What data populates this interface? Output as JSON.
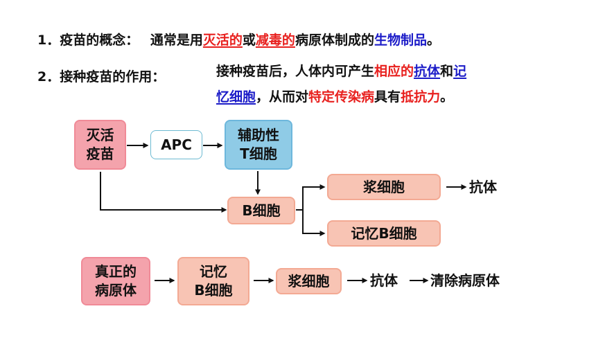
{
  "concept": {
    "number": "1．",
    "label": "疫苗的概念：",
    "p1": "通常是用",
    "red1": "灭活的",
    "p2": "或",
    "red2": "减毒的",
    "p3": "病原体制成的",
    "blue1": "生物制品",
    "p4": "。"
  },
  "effect": {
    "number": "2．",
    "label": "接种疫苗的作用：",
    "p1": "接种疫苗后，人体内可产生",
    "red1": "相应的",
    "blue1": "抗体",
    "p2": "和",
    "blue2a": "记",
    "blue2b": "忆细胞",
    "p3": "，从而对",
    "red2": "特定传染病",
    "p4": "具有",
    "red3": "抵抗力",
    "p5": "。"
  },
  "flow1": {
    "inactivated_vaccine": [
      "灭活",
      "疫苗"
    ],
    "apc": "APC",
    "helper_t": [
      "辅助性",
      "T细胞"
    ],
    "b_cell": "B细胞",
    "plasma_cell": "浆细胞",
    "antibody": "抗体",
    "memory_b_cell": "记忆B细胞"
  },
  "flow2": {
    "real_pathogen": [
      "真正的",
      "病原体"
    ],
    "memory_b": [
      "记忆",
      "B细胞"
    ],
    "plasma_cell": "浆细胞",
    "antibody": "抗体",
    "clear": "清除病原体"
  },
  "colors": {
    "red": "#e8201e",
    "blue": "#1c1cc8",
    "pink_box": "#f4a3ac",
    "salmon_box": "#f8c4b4",
    "light_blue_box": "#8fcbe6"
  }
}
